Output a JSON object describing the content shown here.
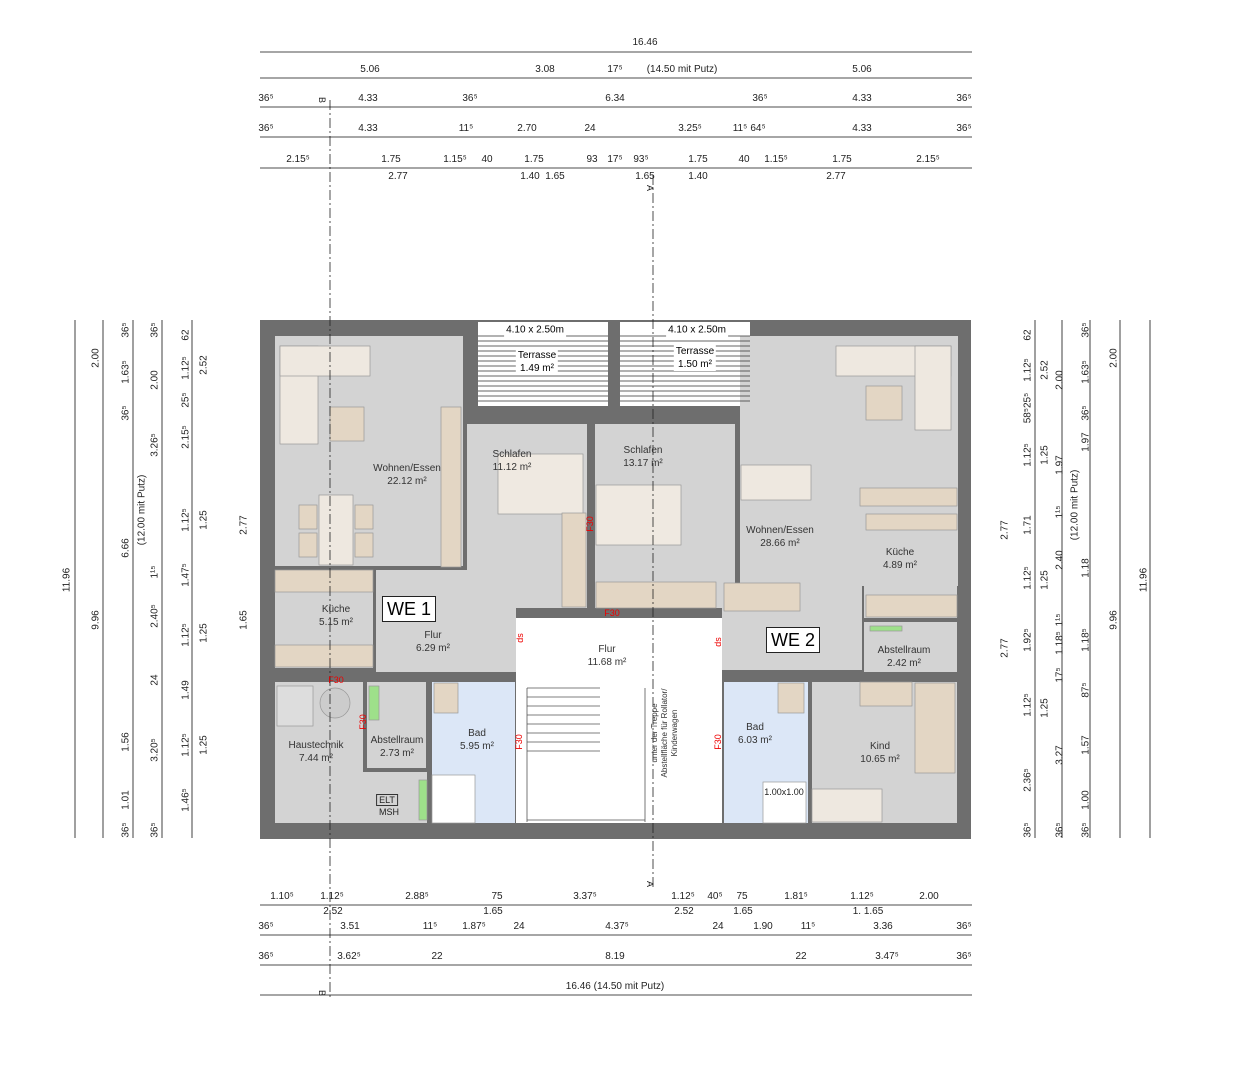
{
  "colors": {
    "wall": "#6e6e6e",
    "room": "#d3d3d3",
    "bath": "#dce7f7",
    "furniture": "#e3d6c4",
    "fire_label": "#e00000",
    "circulation": "#ffffff"
  },
  "section_markers": {
    "a": "A",
    "b": "B"
  },
  "units": {
    "we1": "WE 1",
    "we2": "WE 2"
  },
  "rooms": [
    {
      "name": "Wohnen/Essen",
      "area": "22.12 m²"
    },
    {
      "name": "Küche",
      "area": "5.15 m²"
    },
    {
      "name": "Flur",
      "area": "6.29 m²"
    },
    {
      "name": "Schlafen",
      "area": "11.12 m²"
    },
    {
      "name": "Schlafen",
      "area": "13.17 m²"
    },
    {
      "name": "Flur",
      "area": "11.68 m²"
    },
    {
      "name": "Wohnen/Essen",
      "area": "28.66 m²"
    },
    {
      "name": "Küche",
      "area": "4.89 m²"
    },
    {
      "name": "Abstellraum",
      "area": "2.42 m²"
    },
    {
      "name": "Haustechnik",
      "area": "7.44 m²"
    },
    {
      "name": "Abstellraum",
      "area": "2.73 m²"
    },
    {
      "name": "Bad",
      "area": "5.95 m²"
    },
    {
      "name": "Bad",
      "area": "6.03 m²"
    },
    {
      "name": "Kind",
      "area": "10.65 m²"
    }
  ],
  "terraces": [
    {
      "size": "4.10 x 2.50m",
      "name": "Terrasse",
      "area": "1.49 m²"
    },
    {
      "size": "4.10 x 2.50m",
      "name": "Terrasse",
      "area": "1.50 m²"
    }
  ],
  "labels": {
    "fire_rating": "F30",
    "smoke_door": "ds",
    "elt": "ELT",
    "msh": "MSH",
    "shower": "1.00x1.00",
    "stair_note": [
      "unter der Treppe",
      "Abstellfläche für Rollator/",
      "Kinderwagen"
    ]
  },
  "dimensions": {
    "top": [
      [
        "16.46"
      ],
      [
        "5.06",
        "3.08",
        "17⁵",
        "(14.50 mit Putz)",
        "5.06"
      ],
      [
        "36⁵",
        "4.33",
        "36⁵",
        "6.34",
        "36⁵",
        "4.33",
        "36⁵"
      ],
      [
        "36⁵",
        "4.33",
        "11⁵",
        "2.70",
        "24",
        "3.25⁵",
        "11⁵",
        "64⁵",
        "4.33",
        "36⁵"
      ],
      [
        "2.15⁵",
        "1.75",
        "1.15⁵",
        "40",
        "1.75",
        "93",
        "17⁵",
        "93⁵",
        "1.75",
        "40",
        "1.15⁵",
        "1.75",
        "2.15⁵"
      ],
      [
        "2.77",
        "1.40",
        "1.65",
        "1.65",
        "1.40",
        "2.77"
      ]
    ],
    "bottom": [
      [
        "1.10⁵",
        "1.12⁵",
        "2.88⁵",
        "75",
        "3.37⁵",
        "1.12⁵",
        "40⁵",
        "75",
        "1.81⁵",
        "1.12⁵",
        "2.00"
      ],
      [
        "2.52",
        "1.65",
        "2.52",
        "1.65",
        "1. 1.65"
      ],
      [
        "36⁵",
        "3.51",
        "11⁵",
        "1.87⁵",
        "24",
        "4.37⁵",
        "24",
        "1.90",
        "11⁵",
        "3.36",
        "36⁵"
      ],
      [
        "36⁵",
        "3.62⁵",
        "22",
        "8.19",
        "22",
        "3.47⁵",
        "36⁵"
      ],
      [
        "16.46 (14.50 mit Putz)"
      ]
    ],
    "left": [
      [
        "11.96"
      ],
      [
        "2.00",
        "9.96"
      ],
      [
        "36⁵",
        "1.63⁵",
        "36⁵",
        "6.66",
        "1.56",
        "1.01",
        "36⁵"
      ],
      [
        "36⁵",
        "2.00",
        "3.26⁵",
        "(12.00 mit Putz)",
        "1¹⁵",
        "2.40⁵",
        "24",
        "3.20⁵",
        "36⁵"
      ],
      [
        "62",
        "1.12⁵",
        "25⁵",
        "2.15⁵",
        "1.12⁵",
        "1.47⁵",
        "1.12⁵",
        "1.49",
        "1.12⁵",
        "1.46⁵"
      ],
      [
        "2.52",
        "1.25",
        "1.25",
        "1.25"
      ],
      [
        "2.77",
        "1.65"
      ]
    ],
    "right": [
      [
        "2.77",
        "2.77"
      ],
      [
        "62",
        "1.12⁵",
        "58⁵25⁵",
        "1.12⁵",
        "1.71",
        "1.12⁵",
        "1.92⁵",
        "1.12⁵",
        "2.36⁵",
        "36⁵"
      ],
      [
        "2.52",
        "1.25",
        "1.25",
        "1.25"
      ],
      [
        "2.00",
        "1.97",
        "1¹⁵",
        "2.40",
        "1¹⁵",
        "1.18⁵",
        "17⁵",
        "3.27",
        "36⁵"
      ],
      [
        "36⁵",
        "1.63⁵",
        "36⁵",
        "1.97",
        "(12.00 mit Putz)",
        "1.18",
        "1.18⁵",
        "87⁵",
        "1.57",
        "1.00",
        "36⁵"
      ],
      [
        "2.00",
        "9.96"
      ],
      [
        "11.96"
      ]
    ]
  }
}
